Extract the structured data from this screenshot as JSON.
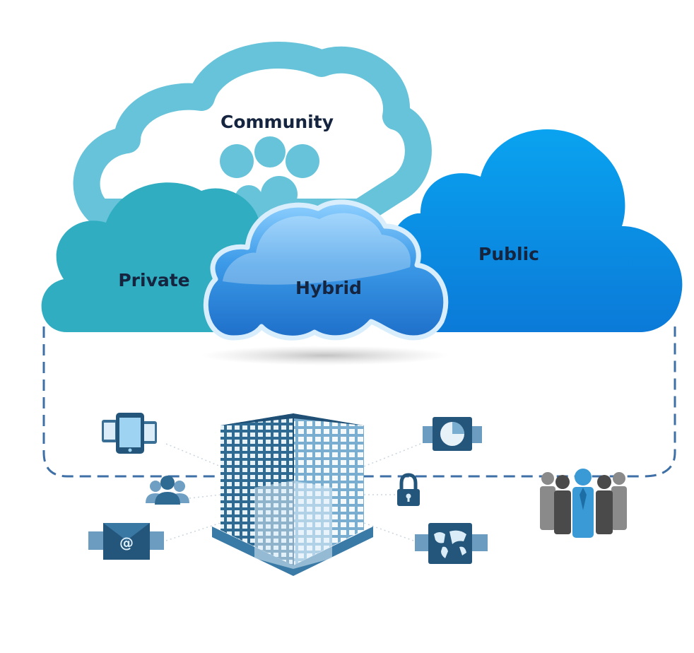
{
  "diagram": {
    "clouds": [
      {
        "id": "community",
        "label": "Community",
        "color": "#62c2d9"
      },
      {
        "id": "private",
        "label": "Private",
        "color": "#30adc0"
      },
      {
        "id": "public",
        "label": "Public",
        "color": "#0a8be6"
      },
      {
        "id": "hybrid",
        "label": "Hybrid",
        "color": "#3e96e6"
      }
    ],
    "boundary": {
      "style": "dashed",
      "color": "#3e6fa6"
    },
    "icons": [
      {
        "name": "mobile-devices-icon"
      },
      {
        "name": "users-group-icon"
      },
      {
        "name": "email-icon"
      },
      {
        "name": "office-building-icon"
      },
      {
        "name": "pie-chart-document-icon"
      },
      {
        "name": "padlock-icon"
      },
      {
        "name": "world-map-icon"
      },
      {
        "name": "business-people-icon"
      }
    ]
  }
}
